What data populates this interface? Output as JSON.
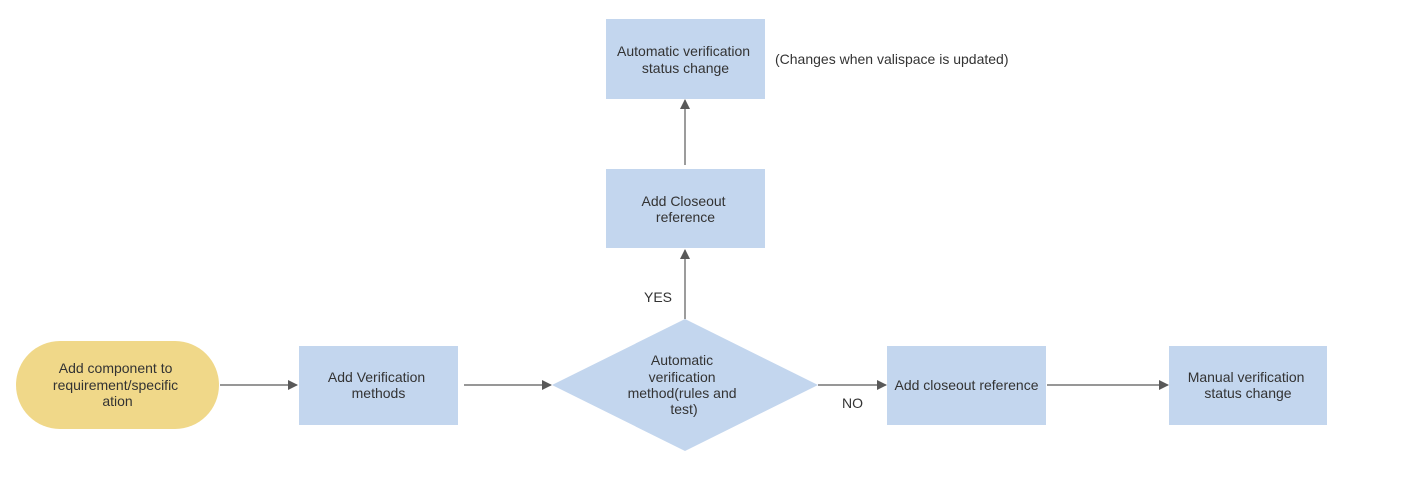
{
  "colors": {
    "process_fill": "#c3d6ee",
    "start_fill": "#f0d889",
    "edge": "#595959",
    "text": "#333333",
    "background": "#ffffff"
  },
  "nodes": {
    "start": {
      "lines": [
        "Add component to",
        "requirement/specific",
        "ation"
      ]
    },
    "add_verification": {
      "lines": [
        "Add Verification",
        "methods"
      ]
    },
    "decision": {
      "lines": [
        "Automatic",
        "verification",
        "method(rules and",
        "test)"
      ]
    },
    "closeout_yes": {
      "lines": [
        "Add Closeout",
        "reference"
      ]
    },
    "auto_status": {
      "lines": [
        "Automatic verification",
        "status change"
      ]
    },
    "closeout_no": {
      "lines": [
        "Add closeout reference"
      ]
    },
    "manual_status": {
      "lines": [
        "Manual verification",
        "status change"
      ]
    }
  },
  "annotations": {
    "auto_status_note": "(Changes when valispace is updated)"
  },
  "edge_labels": {
    "yes": "YES",
    "no": "NO"
  }
}
